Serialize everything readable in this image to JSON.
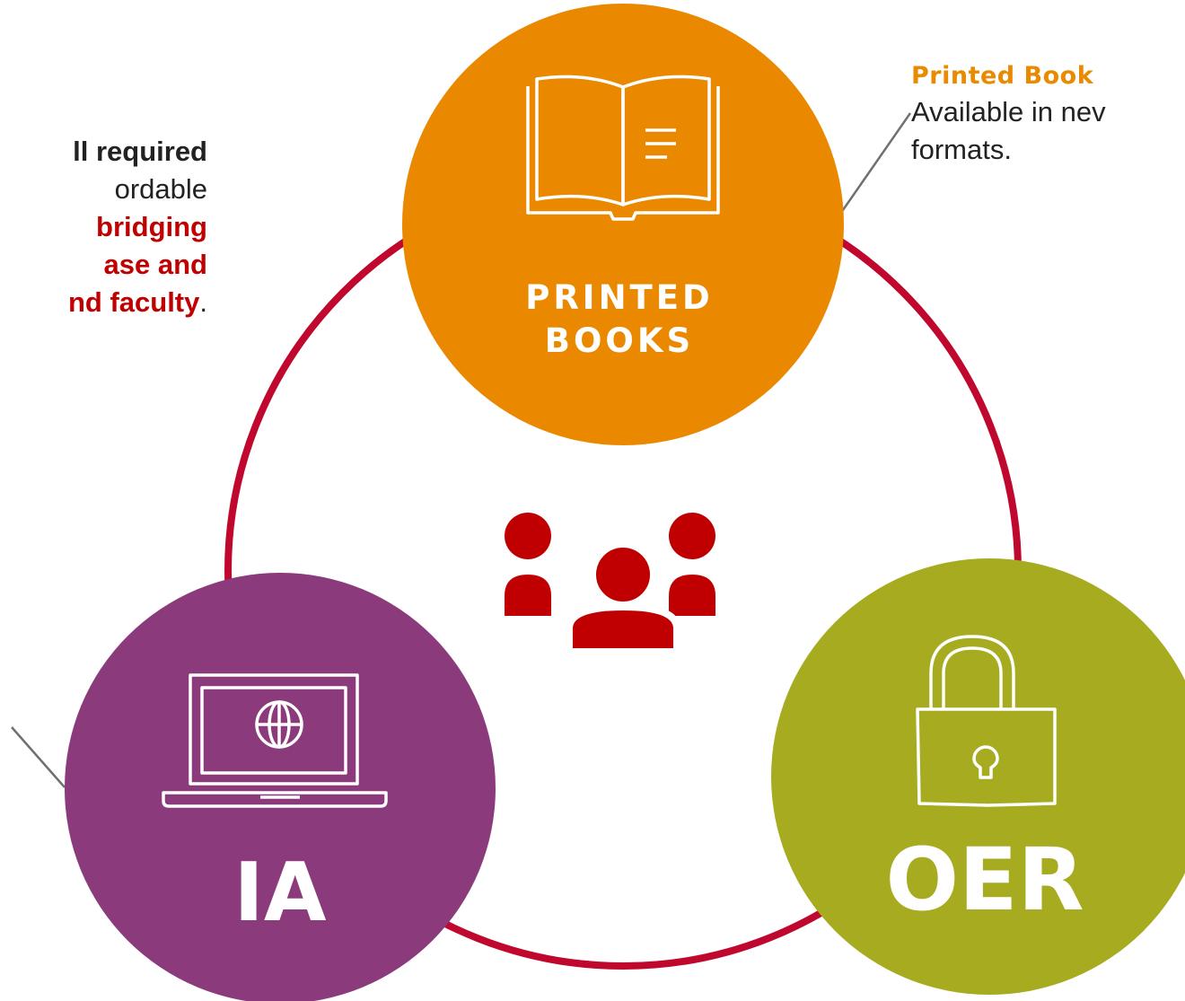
{
  "left_callout": {
    "line1_bold": "ll required",
    "line2": "ordable",
    "line3_red": "bridging",
    "line4_red": "ase and",
    "line5_red": "nd faculty",
    "line5_suffix": "."
  },
  "right_callout": {
    "heading": "Printed Book",
    "line1": "Available in nev",
    "line2": "formats."
  },
  "nodes": {
    "printed_books": {
      "label_line1": "PRINTED",
      "label_line2": "BOOKS",
      "icon": "open-book-icon",
      "color": "#ea8900"
    },
    "ia": {
      "label": "IA",
      "icon": "laptop-globe-icon",
      "color": "#8b3a7c"
    },
    "oer": {
      "label": "OER",
      "icon": "open-padlock-icon",
      "color": "#a6ab1f"
    }
  },
  "center": {
    "icon": "people-group-icon",
    "color": "#c00000"
  },
  "ring_color": "#c0082e"
}
